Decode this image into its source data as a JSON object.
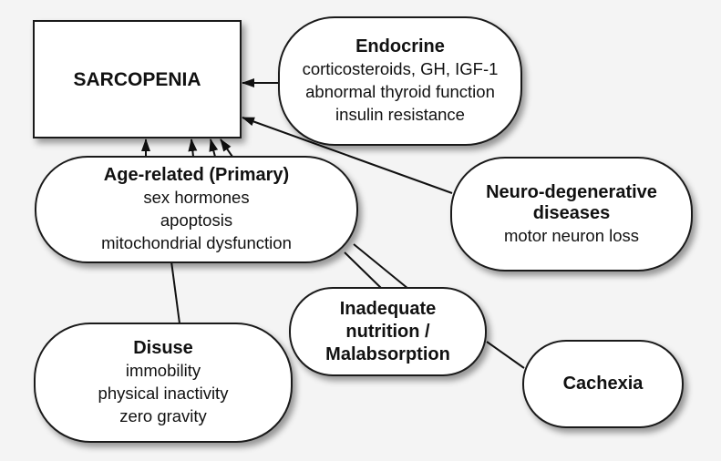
{
  "diagram": {
    "nodes": {
      "sarcopenia": {
        "title": "SARCOPENIA"
      },
      "endocrine": {
        "title": "Endocrine",
        "items": [
          "corticosteroids, GH, IGF-1",
          "abnormal thyroid function",
          "insulin resistance"
        ]
      },
      "age": {
        "title": "Age-related (Primary)",
        "items": [
          "sex hormones",
          "apoptosis",
          "mitochondrial dysfunction"
        ]
      },
      "neuro": {
        "title_lines": [
          "Neuro-degenerative",
          "diseases"
        ],
        "items": [
          "motor neuron loss"
        ]
      },
      "disuse": {
        "title": "Disuse",
        "items": [
          "immobility",
          "physical inactivity",
          "zero gravity"
        ]
      },
      "nutrition": {
        "title_lines": [
          "Inadequate",
          "nutrition /",
          "Malabsorption"
        ]
      },
      "cachexia": {
        "title": "Cachexia"
      }
    },
    "connections": [
      {
        "from": "endocrine",
        "to": "sarcopenia",
        "arrow": true
      },
      {
        "from": "neuro",
        "to": "sarcopenia",
        "arrow": true
      },
      {
        "from": "age",
        "to": "sarcopenia",
        "arrow": true
      },
      {
        "from": "disuse",
        "to": "sarcopenia",
        "arrow": true
      },
      {
        "from": "nutrition",
        "to": "sarcopenia",
        "arrow": true
      },
      {
        "from": "cachexia",
        "to": "sarcopenia",
        "arrow": true
      },
      {
        "from": "disuse",
        "to": "age",
        "arrow": false
      },
      {
        "from": "nutrition",
        "to": "age",
        "arrow": false
      },
      {
        "from": "cachexia",
        "to": "age",
        "arrow": false
      }
    ],
    "colors": {
      "line": "#111111",
      "node_fill": "#ffffff",
      "background": "#f4f4f4"
    }
  }
}
